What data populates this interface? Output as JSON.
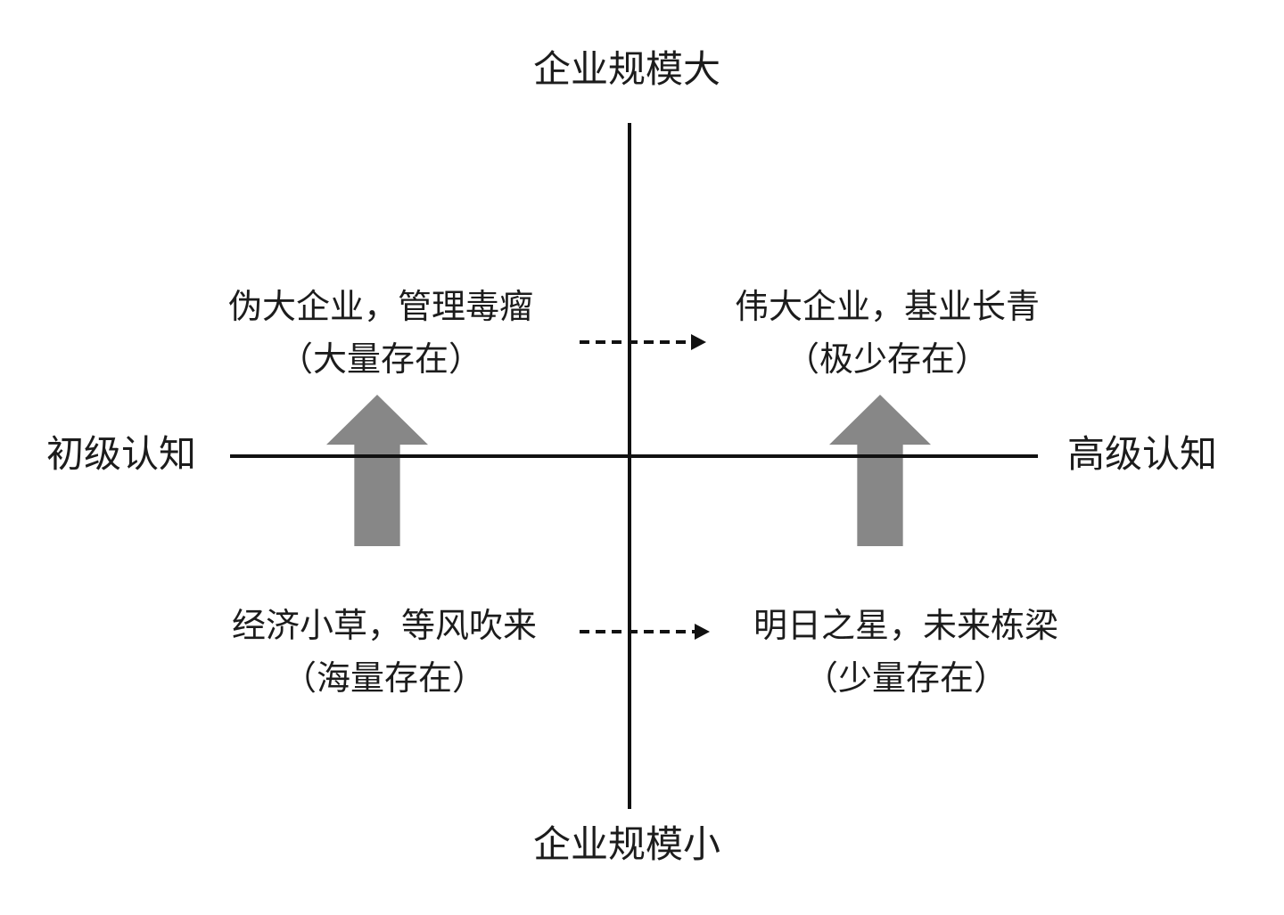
{
  "diagram": {
    "type": "quadrant-diagram",
    "axes": {
      "top": "企业规模大",
      "bottom": "企业规模小",
      "left": "初级认知",
      "right": "高级认知"
    },
    "quadrants": {
      "top_left": {
        "line1": "伪大企业，管理毒瘤",
        "line2": "（大量存在）"
      },
      "top_right": {
        "line1": "伟大企业，基业长青",
        "line2": "（极少存在）"
      },
      "bottom_left": {
        "line1": "经济小草，等风吹来",
        "line2": "（海量存在）"
      },
      "bottom_right": {
        "line1": "明日之星，未来栋梁",
        "line2": "（少量存在）"
      }
    },
    "arrows": {
      "up_left": "bottom-left quadrant to top-left quadrant",
      "up_right": "bottom-right quadrant to top-right quadrant",
      "dashed_top": "top-left quadrant to top-right quadrant",
      "dashed_bottom": "bottom-left quadrant to bottom-right quadrant"
    },
    "colors": {
      "axis": "#111111",
      "text": "#1c1c1c",
      "block_arrow": "#878787",
      "background": "#ffffff"
    }
  }
}
